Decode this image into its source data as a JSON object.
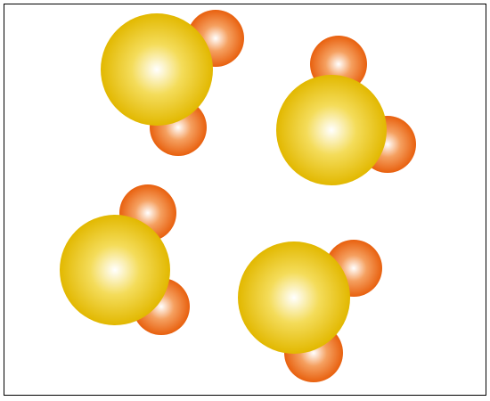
{
  "scene": {
    "subject": "molecule-model",
    "molecule_count": 4,
    "atoms_per_molecule": 3,
    "colors": {
      "background": "#ffffff",
      "border": "#000000",
      "large_atom_highlight": "#ffffff",
      "large_atom_mid": "#f4dc5a",
      "large_atom_edge": "#e2b800",
      "small_atom_highlight": "#ffffff",
      "small_atom_mid": "#f5a060",
      "small_atom_edge": "#e8600e"
    }
  }
}
